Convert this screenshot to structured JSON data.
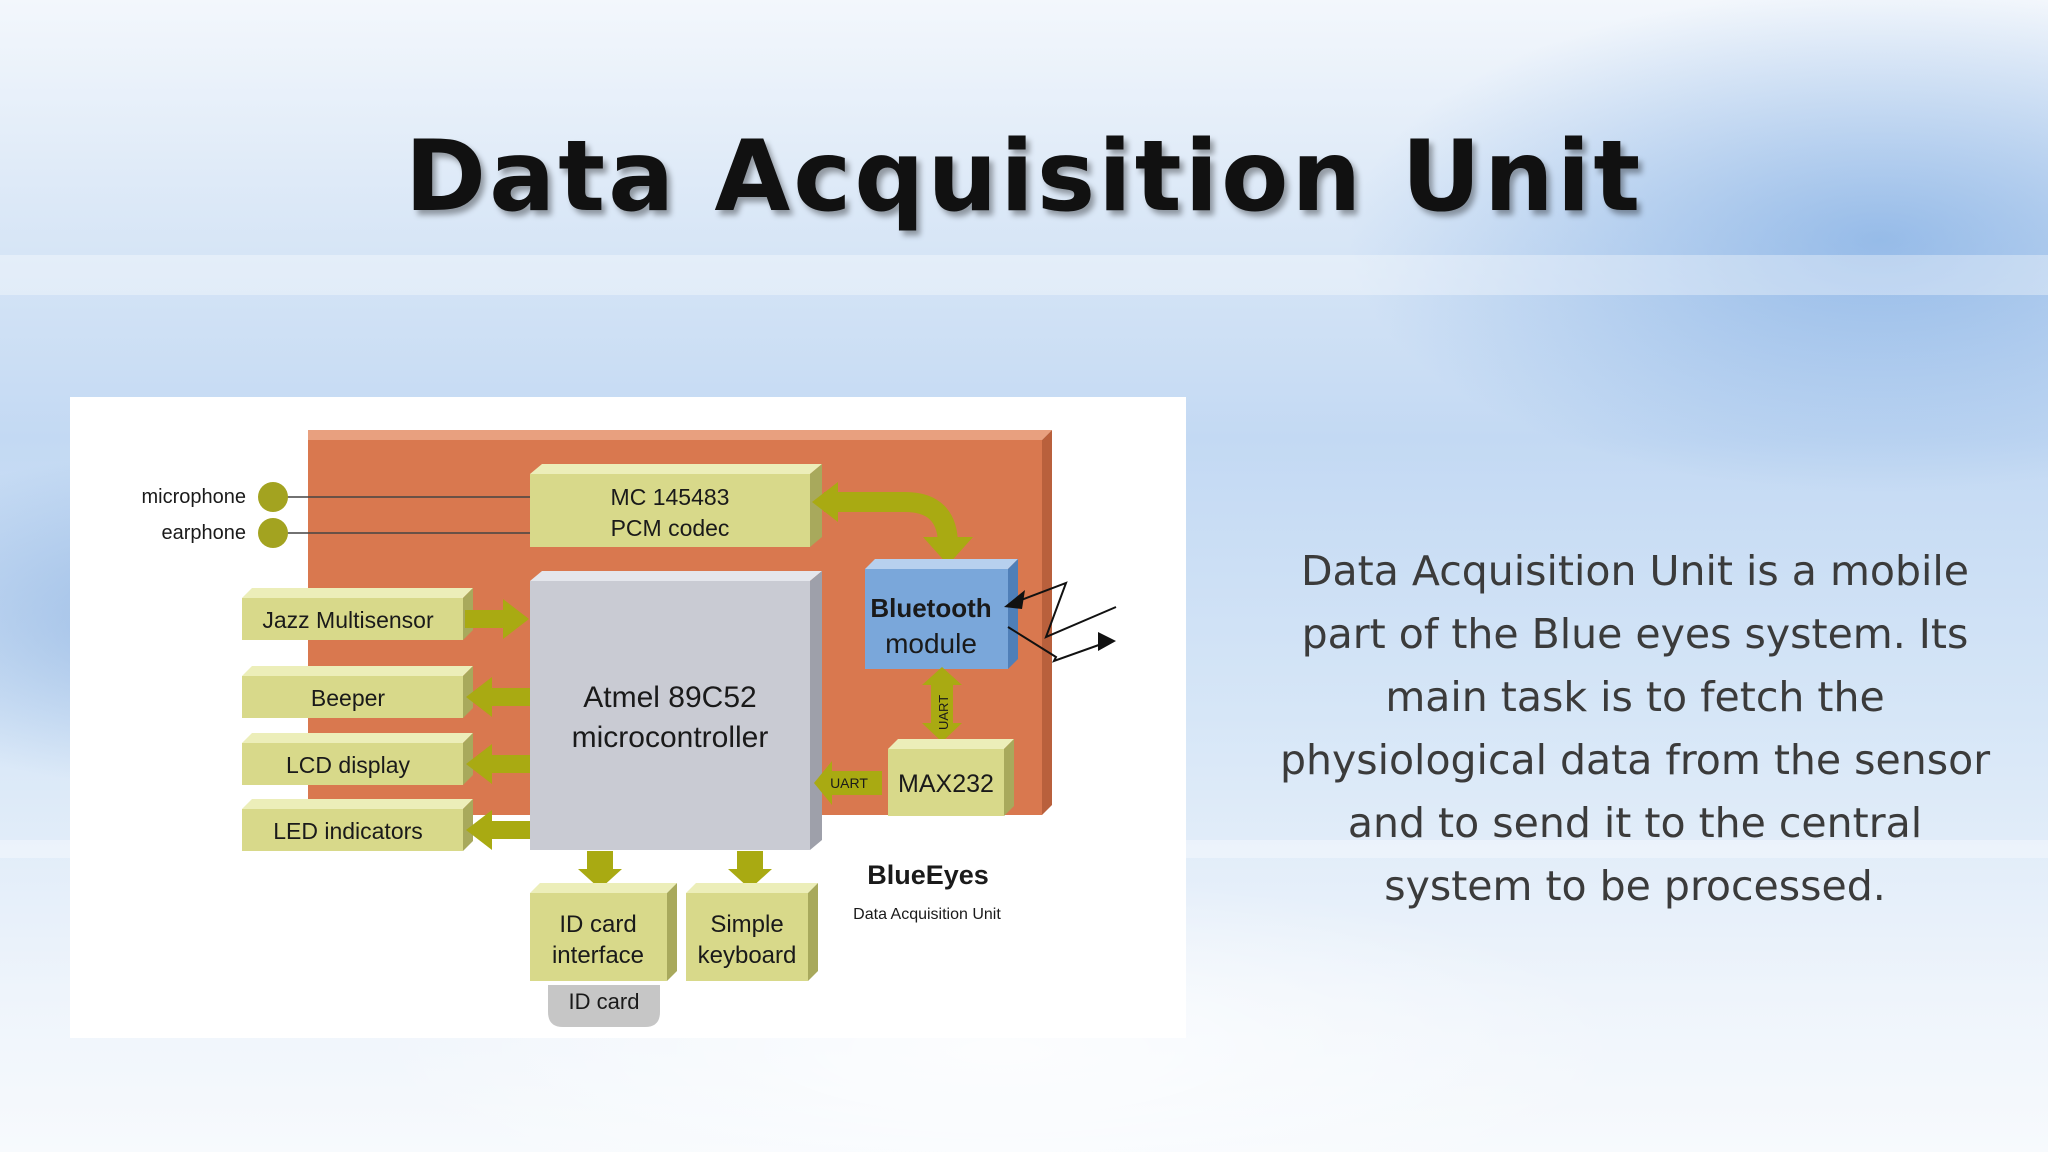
{
  "slide": {
    "title": "Data Acquisition Unit",
    "description": "Data Acquisition Unit is a mobile part of the Blue eyes system. Its main task is to fetch the physiological data from the sensor and to send it to the central system to be processed."
  },
  "diagram": {
    "codec": [
      "MC 145483",
      "PCM codec"
    ],
    "mcu": [
      "Atmel 89C52",
      "microcontroller"
    ],
    "bluetooth": [
      "Bluetooth",
      "module"
    ],
    "max232": "MAX232",
    "uart_vertical": "UART",
    "uart_horizontal": "UART",
    "left_blocks": [
      "Jazz Multisensor",
      "Beeper",
      "LCD display",
      "LED indicators"
    ],
    "jacks": [
      "microphone",
      "earphone"
    ],
    "id_interface": [
      "ID card",
      "interface"
    ],
    "keyboard": [
      "Simple",
      "keyboard"
    ],
    "id_card": "ID card",
    "brand": "BlueEyes",
    "brand_sub": "Data Acquisition Unit",
    "colors": {
      "board": "#d9784f",
      "block": "#d8d98a",
      "arrow": "#a9aa12",
      "mcu": "#c9cbd3",
      "bluetooth": "#7aa7da"
    }
  }
}
